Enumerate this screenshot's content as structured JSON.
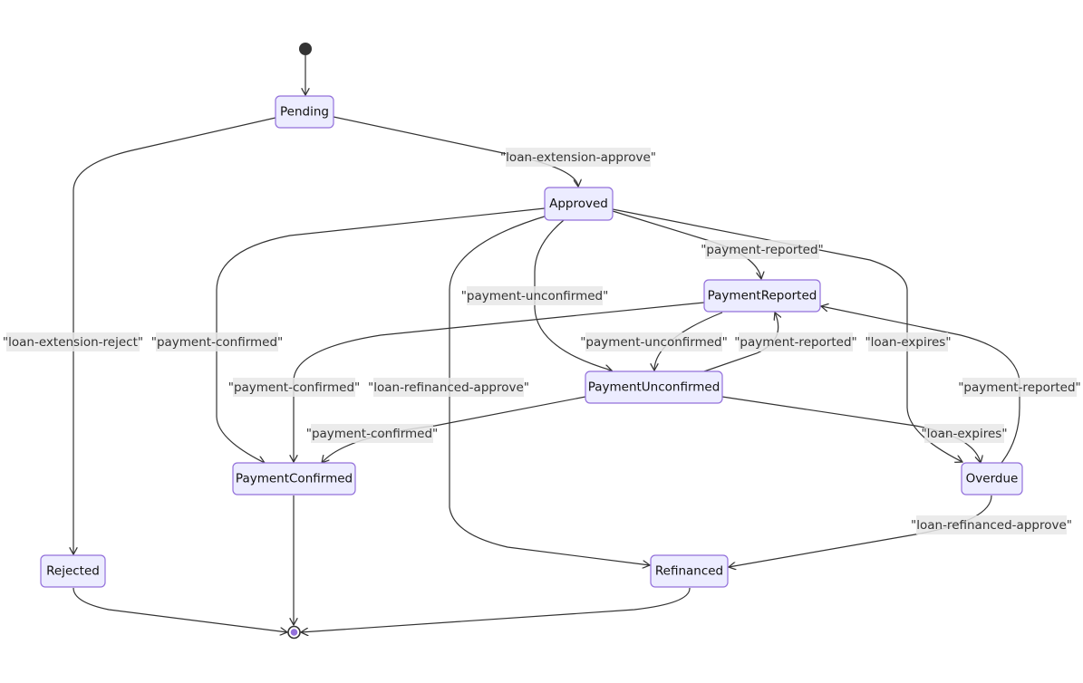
{
  "diagram": {
    "type": "state-diagram",
    "colors": {
      "node_fill": "#ECECFF",
      "node_stroke": "#9370DB",
      "edge": "#333333",
      "label_bg": "#e8e8e8",
      "start": "#333333",
      "end_inner": "#9370DB"
    },
    "states": [
      {
        "id": "Pending",
        "label": "Pending"
      },
      {
        "id": "Approved",
        "label": "Approved"
      },
      {
        "id": "PaymentReported",
        "label": "PaymentReported"
      },
      {
        "id": "PaymentUnconfirmed",
        "label": "PaymentUnconfirmed"
      },
      {
        "id": "PaymentConfirmed",
        "label": "PaymentConfirmed"
      },
      {
        "id": "Overdue",
        "label": "Overdue"
      },
      {
        "id": "Rejected",
        "label": "Rejected"
      },
      {
        "id": "Refinanced",
        "label": "Refinanced"
      }
    ],
    "transitions": [
      {
        "id": "start-pending",
        "from": "[*]",
        "to": "Pending",
        "label": ""
      },
      {
        "id": "pending-approved",
        "from": "Pending",
        "to": "Approved",
        "label": "\"loan-extension-approve\""
      },
      {
        "id": "pending-rejected",
        "from": "Pending",
        "to": "Rejected",
        "label": "\"loan-extension-reject\""
      },
      {
        "id": "approved-paymentconfirmed",
        "from": "Approved",
        "to": "PaymentConfirmed",
        "label": "\"payment-confirmed\""
      },
      {
        "id": "approved-refinanced",
        "from": "Approved",
        "to": "Refinanced",
        "label": "\"loan-refinanced-approve\""
      },
      {
        "id": "approved-paymentunconfirmed",
        "from": "Approved",
        "to": "PaymentUnconfirmed",
        "label": "\"payment-unconfirmed\""
      },
      {
        "id": "approved-paymentreported",
        "from": "Approved",
        "to": "PaymentReported",
        "label": "\"payment-reported\""
      },
      {
        "id": "approved-overdue",
        "from": "Approved",
        "to": "Overdue",
        "label": "\"loan-expires\""
      },
      {
        "id": "paymentreported-paymentconfirmed",
        "from": "PaymentReported",
        "to": "PaymentConfirmed",
        "label": "\"payment-confirmed\""
      },
      {
        "id": "paymentreported-paymentunconfirmed",
        "from": "PaymentReported",
        "to": "PaymentUnconfirmed",
        "label": "\"payment-unconfirmed\""
      },
      {
        "id": "paymentunconfirmed-paymentreported",
        "from": "PaymentUnconfirmed",
        "to": "PaymentReported",
        "label": "\"payment-reported\""
      },
      {
        "id": "paymentunconfirmed-paymentconfirmed",
        "from": "PaymentUnconfirmed",
        "to": "PaymentConfirmed",
        "label": "\"payment-confirmed\""
      },
      {
        "id": "paymentunconfirmed-overdue",
        "from": "PaymentUnconfirmed",
        "to": "Overdue",
        "label": "\"loan-expires\""
      },
      {
        "id": "overdue-paymentreported",
        "from": "Overdue",
        "to": "PaymentReported",
        "label": "\"payment-reported\""
      },
      {
        "id": "overdue-refinanced",
        "from": "Overdue",
        "to": "Refinanced",
        "label": "\"loan-refinanced-approve\""
      },
      {
        "id": "paymentconfirmed-end",
        "from": "PaymentConfirmed",
        "to": "[*]",
        "label": ""
      },
      {
        "id": "rejected-end",
        "from": "Rejected",
        "to": "[*]",
        "label": ""
      },
      {
        "id": "refinanced-end",
        "from": "Refinanced",
        "to": "[*]",
        "label": ""
      }
    ]
  }
}
